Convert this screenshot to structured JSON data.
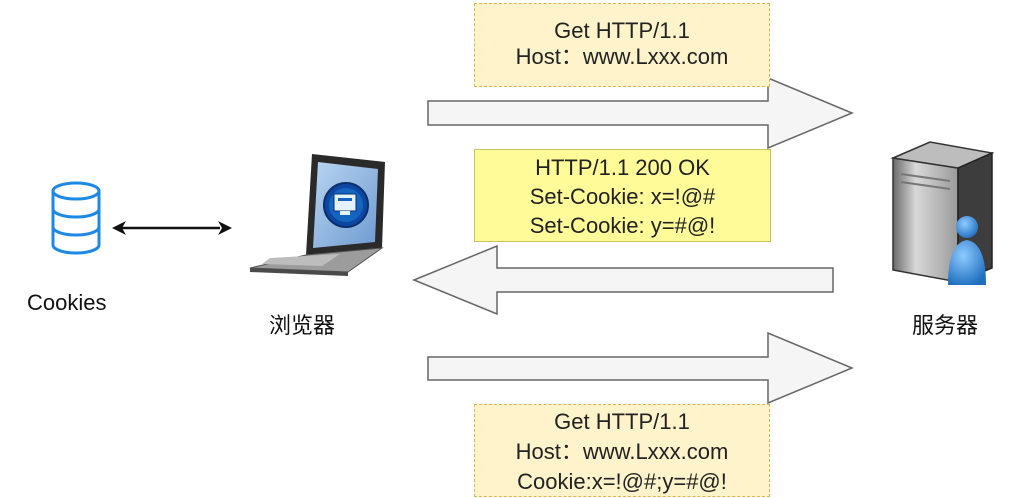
{
  "nodes": {
    "cookies": "Cookies",
    "browser": "浏览器",
    "server": "服务器"
  },
  "request1": {
    "line1": "Get HTTP/1.1",
    "line2": "Host：www.Lxxx.com"
  },
  "response": {
    "line1": "HTTP/1.1 200 OK",
    "line2": "Set-Cookie: x=!@#",
    "line3": "Set-Cookie: y=#@!"
  },
  "request2": {
    "line1": "Get HTTP/1.1",
    "line2": "Host：www.Lxxx.com",
    "line3": "Cookie:x=!@#;y=#@!"
  },
  "colors": {
    "note_tan": "#fff3cc",
    "note_yellow": "#fffb99",
    "arrow_fill": "#f5f5f5",
    "arrow_stroke": "#666666",
    "database_blue": "#1e88e5"
  },
  "icons": [
    "database-icon",
    "laptop-icon",
    "server-icon"
  ]
}
